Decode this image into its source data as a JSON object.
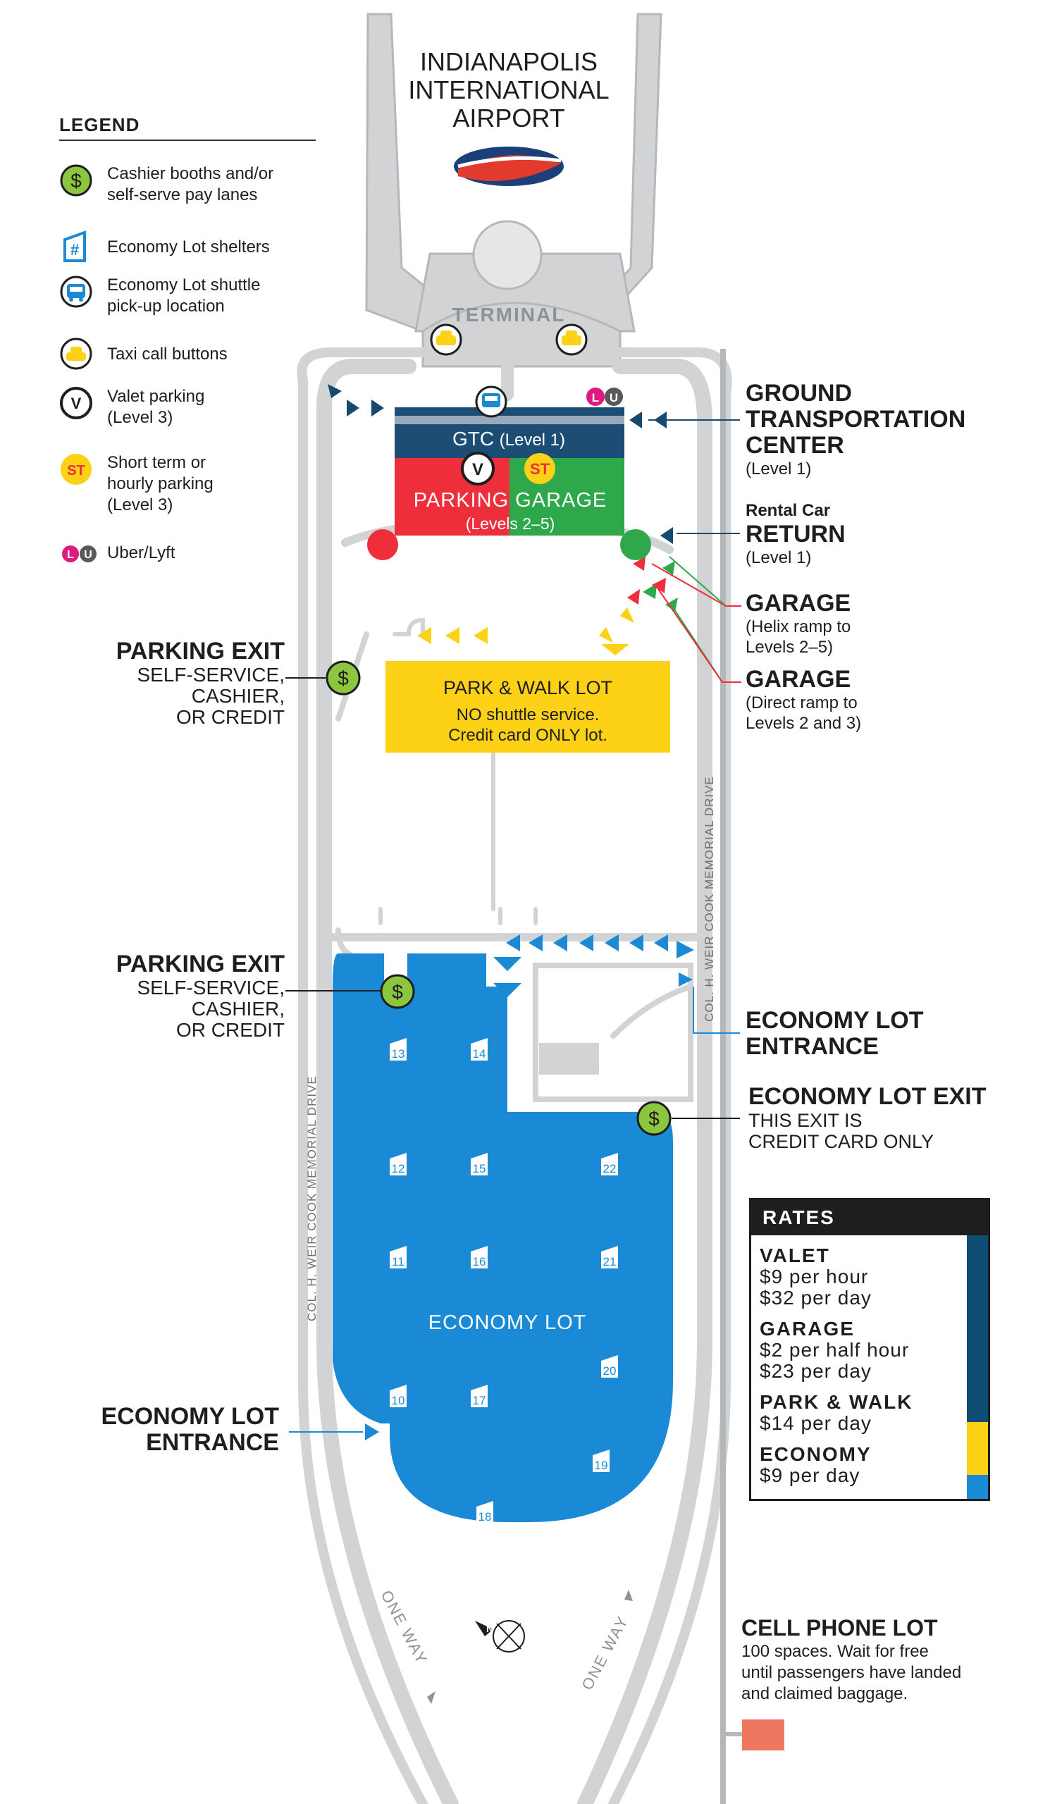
{
  "map": {
    "airport_name": [
      "INDIANAPOLIS",
      "INTERNATIONAL",
      "AIRPORT"
    ],
    "terminal_label": "TERMINAL",
    "gtc_label": "GTC",
    "gtc_level": "(Level 1)",
    "garage_label": "PARKING GARAGE",
    "garage_levels": "(Levels 2–5)",
    "valet_badge": "V",
    "st_badge": "ST",
    "uber_badge": "L",
    "lyft_badge": "U",
    "cashier_symbol": "$",
    "park_walk_title": "PARK & WALK LOT",
    "park_walk_line1": "NO shuttle service.",
    "park_walk_line2": "Credit card ONLY lot.",
    "economy_lot_label": "ECONOMY LOT",
    "road_name": "COL. H. WEIR COOK MEMORIAL DRIVE",
    "one_way": "ONE WAY",
    "shelters": [
      "13",
      "14",
      "12",
      "15",
      "22",
      "11",
      "16",
      "21",
      "20",
      "10",
      "17",
      "19",
      "18"
    ],
    "compass_label": "N"
  },
  "legend": {
    "title": "LEGEND",
    "items": [
      {
        "text": "Cashier booths and/or\nself-serve pay lanes",
        "icon": "dollar-icon"
      },
      {
        "text": "Economy Lot shelters",
        "icon": "shelter-icon",
        "glyph": "#"
      },
      {
        "text": "Economy Lot shuttle\npick-up location",
        "icon": "shuttle-bus-icon"
      },
      {
        "text": "Taxi call buttons",
        "icon": "taxi-icon"
      },
      {
        "text": "Valet parking\n(Level 3)",
        "icon": "valet-icon",
        "glyph": "V"
      },
      {
        "text": "Short term or\nhourly parking\n(Level 3)",
        "icon": "short-term-icon",
        "glyph": "ST"
      },
      {
        "text": "Uber/Lyft",
        "icon": "uber-lyft-icon",
        "glyph": [
          "L",
          "U"
        ]
      }
    ]
  },
  "callouts": {
    "gtc": {
      "title": [
        "GROUND",
        "TRANSPORTATION",
        "CENTER"
      ],
      "sub": "(Level 1)"
    },
    "rental": {
      "pre": "Rental Car",
      "title": "RETURN",
      "sub": "(Level 1)"
    },
    "garage_helix": {
      "title": "GARAGE",
      "sub": "(Helix ramp to\n  Levels 2–5)"
    },
    "garage_direct": {
      "title": "GARAGE",
      "sub": "(Direct ramp to\n  Levels 2 and 3)"
    },
    "parking_exit_1": {
      "title": "PARKING EXIT",
      "sub": "SELF-SERVICE,\nCASHIER,\nOR CREDIT"
    },
    "parking_exit_2": {
      "title": "PARKING EXIT",
      "sub": "SELF-SERVICE,\nCASHIER,\nOR CREDIT"
    },
    "economy_entrance_right": {
      "title": [
        "ECONOMY LOT",
        "ENTRANCE"
      ]
    },
    "economy_exit": {
      "title": "ECONOMY LOT EXIT",
      "sub": "THIS EXIT IS\nCREDIT CARD ONLY"
    },
    "economy_entrance_left": {
      "title": [
        "ECONOMY LOT",
        "ENTRANCE"
      ]
    },
    "cell_phone": {
      "title": "CELL PHONE LOT",
      "sub": "100 spaces. Wait for free\nuntil passengers have landed\nand claimed baggage."
    }
  },
  "rates": {
    "title": "RATES",
    "blocks": [
      {
        "name": "VALET",
        "lines": [
          "$9 per hour",
          "$32 per day"
        ]
      },
      {
        "name": "GARAGE",
        "lines": [
          "$2 per half hour",
          "$23 per day"
        ]
      },
      {
        "name": "PARK & WALK",
        "lines": [
          "$14 per day"
        ]
      },
      {
        "name": "ECONOMY",
        "lines": [
          "$9 per day"
        ]
      }
    ]
  },
  "colors": {
    "road": "#d1d3d4",
    "road_dark": "#b5b8ba",
    "gtc_navy": "#1c4e75",
    "garage_red": "#ee2e3a",
    "garage_green": "#2ea84a",
    "park_walk_yellow": "#fcd116",
    "economy_blue": "#1b8ad6",
    "cashier_green": "#8cc63f",
    "arrow_navy": "#174a6e",
    "cell_lot": "#ee7762",
    "uber_pink": "#e0197d",
    "rate_valet_garage": "#0f4d74",
    "rate_park_walk": "#fcd116",
    "rate_economy": "#1b8ad6"
  }
}
